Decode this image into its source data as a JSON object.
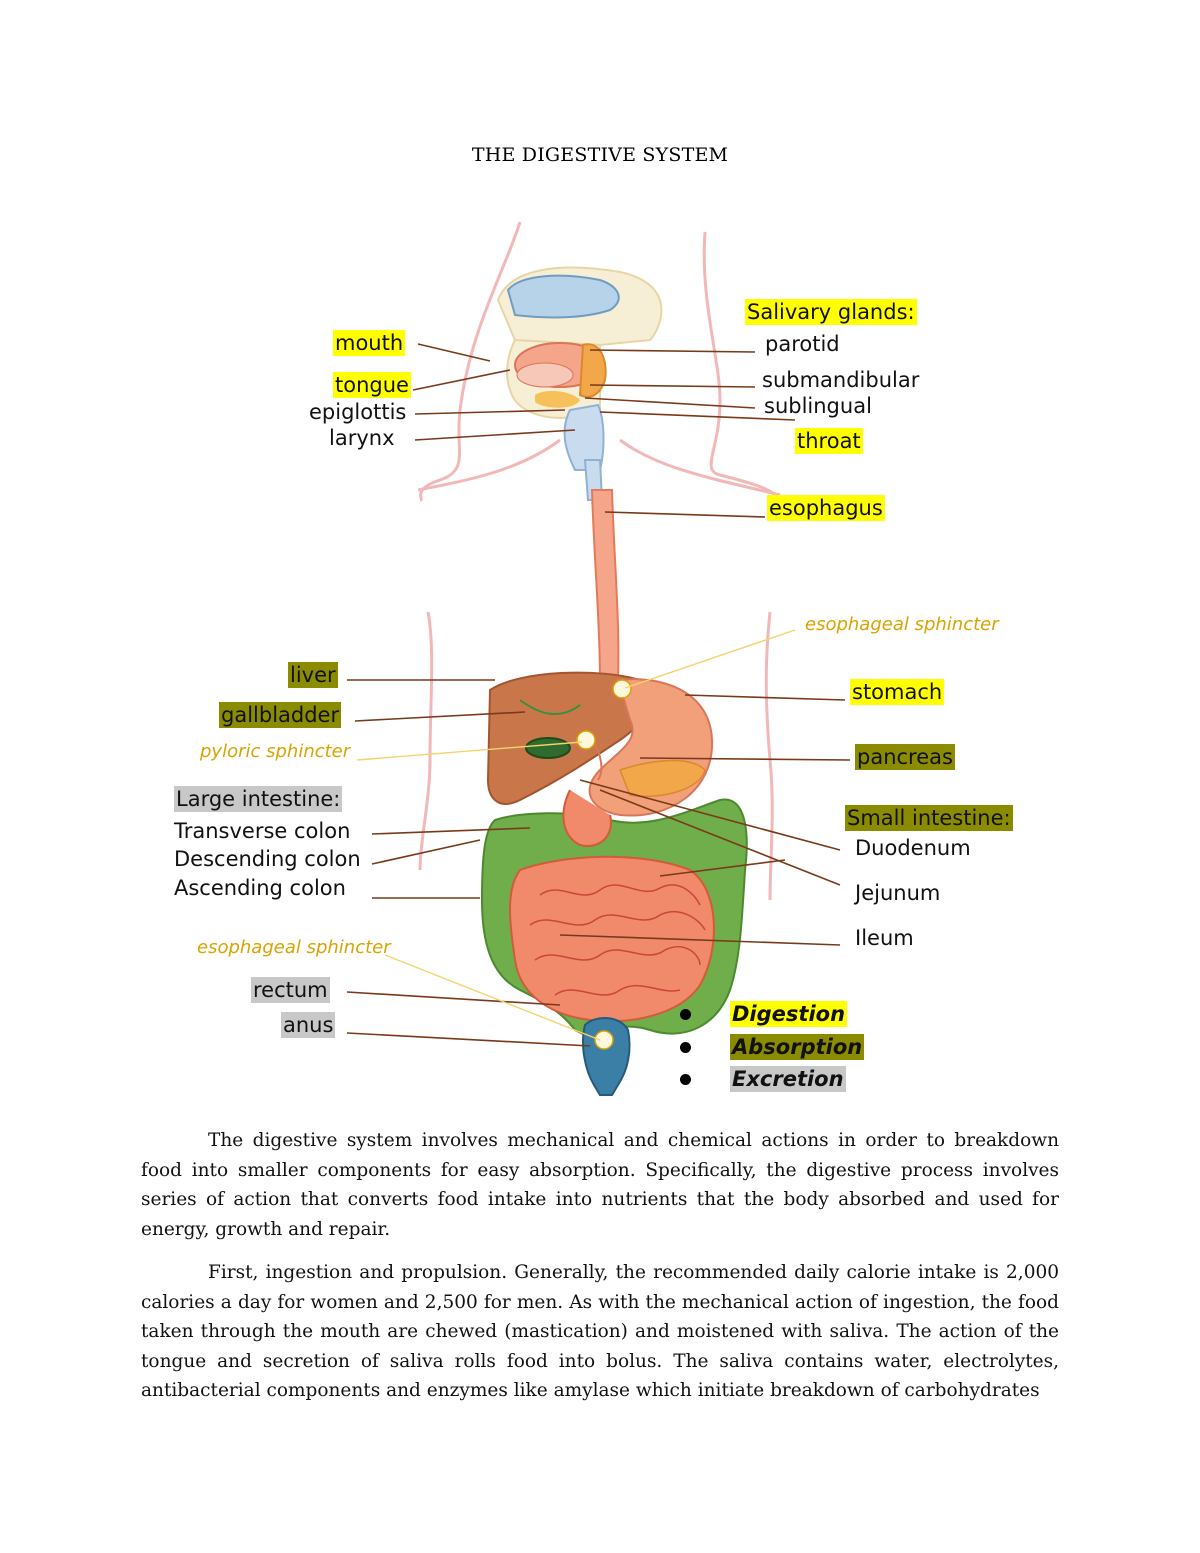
{
  "title": "THE DIGESTIVE SYSTEM",
  "labels": {
    "salivary_glands": "Salivary glands:",
    "parotid": "parotid",
    "submandibular": "submandibular",
    "sublingual": "sublingual",
    "throat": "throat",
    "esophagus": "esophagus",
    "mouth": "mouth",
    "tongue": "tongue",
    "epiglottis": "epiglottis",
    "larynx": "larynx",
    "esophageal_sphincter_top": "esophageal sphincter",
    "liver": "liver",
    "gallbladder": "gallbladder",
    "pyloric_sphincter": "pyloric sphincter",
    "stomach": "stomach",
    "pancreas": "pancreas",
    "large_intestine": "Large intestine:",
    "transverse_colon": "Transverse colon",
    "descending_colon": "Descending colon",
    "ascending_colon": "Ascending colon",
    "small_intestine": "Small intestine:",
    "duodenum": "Duodenum",
    "jejunum": "Jejunum",
    "ileum": "Ileum",
    "esophageal_sphincter_bottom": "esophageal sphincter",
    "rectum": "rectum",
    "anus": "anus"
  },
  "functions": [
    "Digestion",
    "Absorption",
    "Excretion"
  ],
  "paragraphs": [
    "The digestive system involves mechanical and chemical actions in order to breakdown food into smaller components for easy absorption. Specifically, the digestive process involves series of action that converts food intake into nutrients that the body absorbed and used for energy, growth and repair.",
    "First, ingestion and propulsion. Generally, the recommended daily calorie intake is 2,000 calories a day for women and 2,500 for men. As with the mechanical action of ingestion, the food taken through the mouth are chewed (mastication) and moistened with saliva. The action of the tongue and secretion of saliva rolls food into bolus. The saliva contains water, electrolytes, antibacterial components and enzymes like amylase which initiate breakdown of carbohydrates"
  ],
  "colors": {
    "highlight_yellow": "#ffff00",
    "highlight_olive": "#8b8b00",
    "highlight_gray": "#c8c8c8",
    "sphincter_text": "#d9a300",
    "liver": "#c8764a",
    "stomach": "#f2a07a",
    "large_intestine": "#6fae4a",
    "small_intestine": "#f08a6a",
    "esophagus": "#f4a58a",
    "body_outline": "#f2b7b7"
  }
}
